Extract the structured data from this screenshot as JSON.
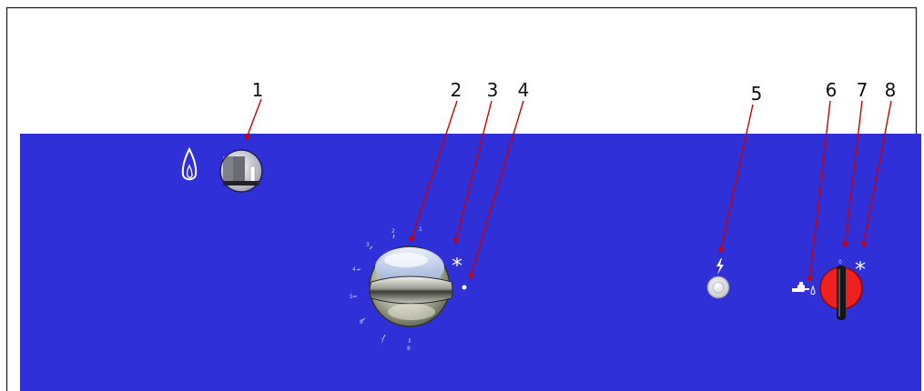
{
  "diagram": {
    "panel_color": "#3030d8",
    "arrow_color": "#cc0000",
    "callouts": [
      "1",
      "2",
      "3",
      "4",
      "5",
      "6",
      "7",
      "8"
    ],
    "dial_scale": [
      "1",
      "2",
      "3",
      "4",
      "5",
      "6",
      "7",
      "8"
    ],
    "selector_mark": "0"
  },
  "components": {
    "flame_indicator": "flame-icon",
    "pilot_window": "pilot-sight-glass",
    "temperature_knob": "chrome-knob",
    "steam_symbol": "steam-icon",
    "dot_indicator": "dot-icon",
    "ignition_symbol": "lightning-icon",
    "ignition_button": "piezo-button",
    "water_symbol": "water-tap-icon",
    "selector_switch": "red-rotary-switch"
  }
}
